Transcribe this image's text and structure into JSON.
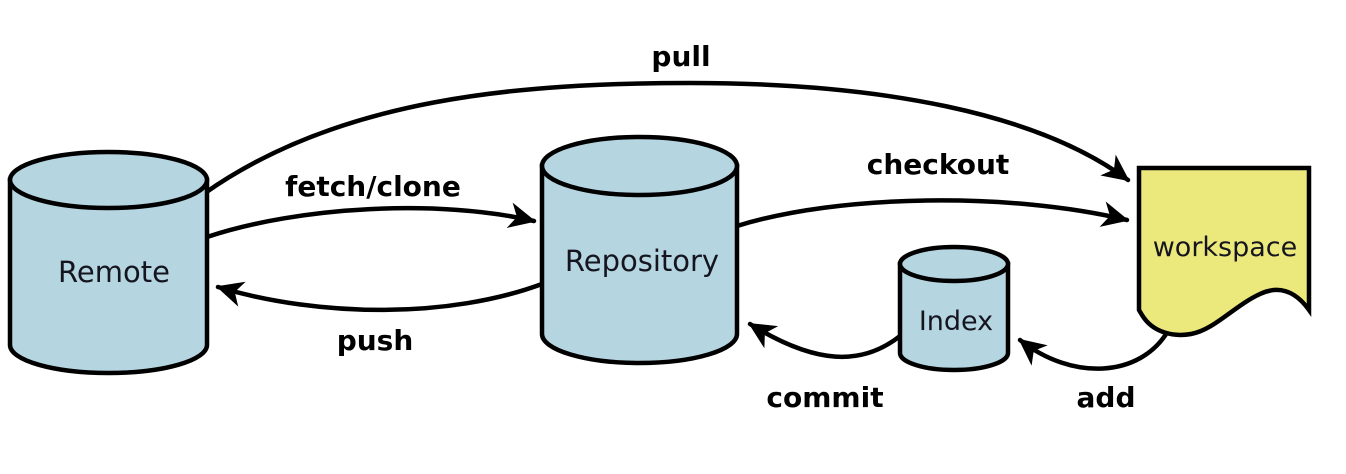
{
  "diagram": {
    "kind": "git-data-transport-flow",
    "background": "#ffffff",
    "colors": {
      "node_blue": "#b5d5e1",
      "node_yellow": "#ece97c",
      "outline": "#000000",
      "node_text": "#15151f",
      "edge_text": "#000000"
    },
    "nodes": [
      {
        "id": "remote",
        "label": "Remote",
        "shape": "cylinder"
      },
      {
        "id": "repository",
        "label": "Repository",
        "shape": "cylinder"
      },
      {
        "id": "index",
        "label": "Index",
        "shape": "cylinder"
      },
      {
        "id": "workspace",
        "label": "workspace",
        "shape": "document"
      }
    ],
    "edges": [
      {
        "label": "pull",
        "from": "remote",
        "to": "workspace"
      },
      {
        "label": "fetch/clone",
        "from": "remote",
        "to": "repository"
      },
      {
        "label": "checkout",
        "from": "repository",
        "to": "workspace"
      },
      {
        "label": "push",
        "from": "repository",
        "to": "remote"
      },
      {
        "label": "commit",
        "from": "index",
        "to": "repository"
      },
      {
        "label": "add",
        "from": "workspace",
        "to": "index"
      }
    ]
  }
}
